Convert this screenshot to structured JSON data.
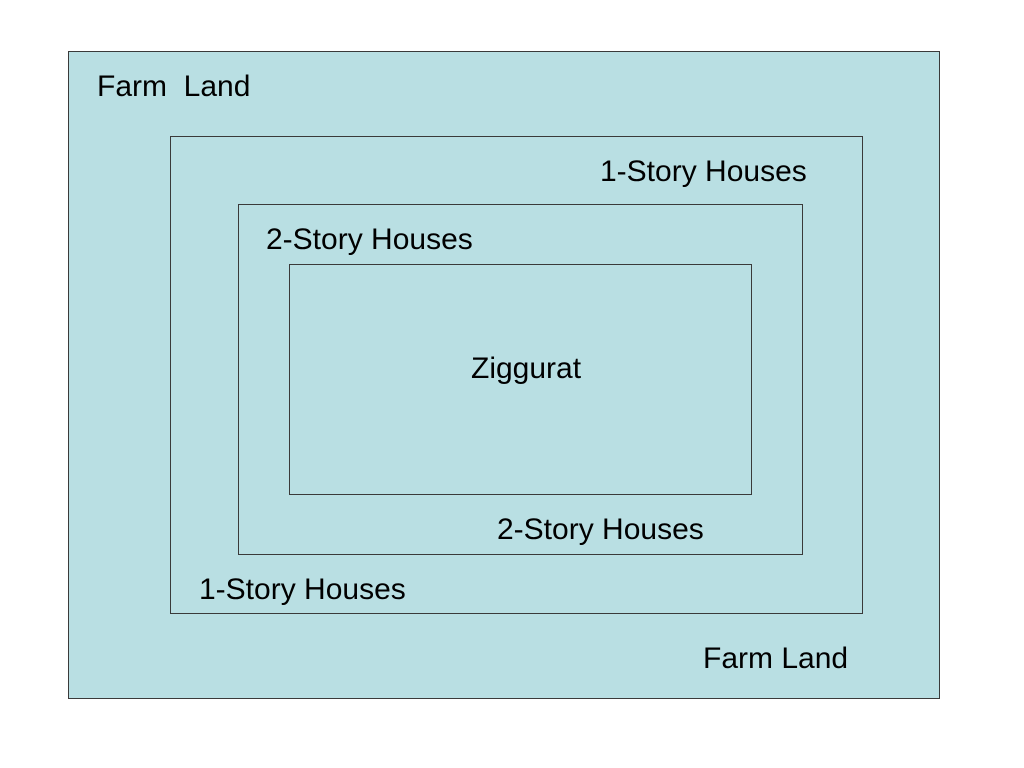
{
  "colors": {
    "zone_fill": "#b9dfe3",
    "border": "#3a3a3a",
    "text": "#000000",
    "background": "#ffffff"
  },
  "zones": {
    "farm_land": {
      "label_top": "Farm  Land",
      "label_bottom": "Farm Land"
    },
    "one_story": {
      "label_top": "1-Story Houses",
      "label_bottom": "1-Story Houses"
    },
    "two_story": {
      "label_top": "2-Story Houses",
      "label_bottom": "2-Story Houses"
    },
    "ziggurat": {
      "label": "Ziggurat"
    }
  }
}
